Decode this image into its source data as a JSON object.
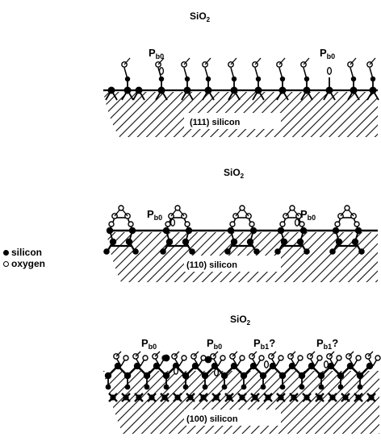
{
  "panels": [
    {
      "title_main": "SiO",
      "title_sub": "2",
      "substrate": "(111) silicon",
      "defects": [
        {
          "main": "P",
          "sub": "b0",
          "suffix": ""
        },
        {
          "main": "P",
          "sub": "b0",
          "suffix": ""
        }
      ]
    },
    {
      "title_main": "SiO",
      "title_sub": "2",
      "substrate": "(110) silicon",
      "defects": [
        {
          "main": "P",
          "sub": "b0",
          "suffix": ""
        },
        {
          "main": "P",
          "sub": "b0",
          "suffix": ""
        }
      ]
    },
    {
      "title_main": "SiO",
      "title_sub": "2",
      "substrate": "(100) silicon",
      "defects": [
        {
          "main": "P",
          "sub": "b0",
          "suffix": ""
        },
        {
          "main": "P",
          "sub": "b0",
          "suffix": ""
        },
        {
          "main": "P",
          "sub": "b1",
          "suffix": "?"
        },
        {
          "main": "P",
          "sub": "b1",
          "suffix": "?"
        }
      ]
    }
  ],
  "legend": {
    "silicon": "silicon",
    "oxygen": "oxygen"
  },
  "colors": {
    "ink": "#000000",
    "paper": "#ffffff"
  }
}
